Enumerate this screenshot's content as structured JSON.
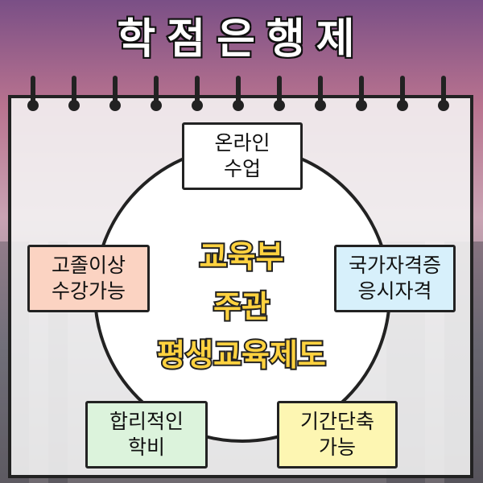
{
  "title": "학점은행제",
  "center": {
    "line1": "교육부",
    "line2": "주관",
    "line3": "평생교육제도"
  },
  "features": [
    {
      "line1": "온라인",
      "line2": "수업",
      "color": "#ffffff"
    },
    {
      "line1": "국가자격증",
      "line2": "응시자격",
      "color": "#d7f0fb"
    },
    {
      "line1": "기간단축",
      "line2": "가능",
      "color": "#fdf6b2"
    },
    {
      "line1": "합리적인",
      "line2": "학비",
      "color": "#dcf3dc"
    },
    {
      "line1": "고졸이상",
      "line2": "수강가능",
      "color": "#fbd3c2"
    }
  ],
  "colors": {
    "center_text": "#ffd23f",
    "outline": "#222222"
  }
}
